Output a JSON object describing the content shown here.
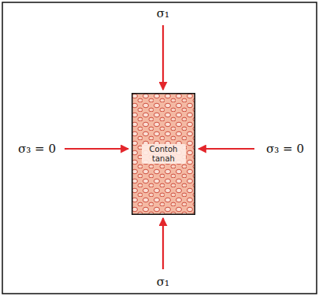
{
  "diagram": {
    "nodes": [
      {
        "text": [
          "Contoh tanah"
        ]
      }
    ],
    "labels": [
      "σ₁",
      "σ₃ = 0",
      "σ₃ = 0",
      "σ₁"
    ]
  }
}
